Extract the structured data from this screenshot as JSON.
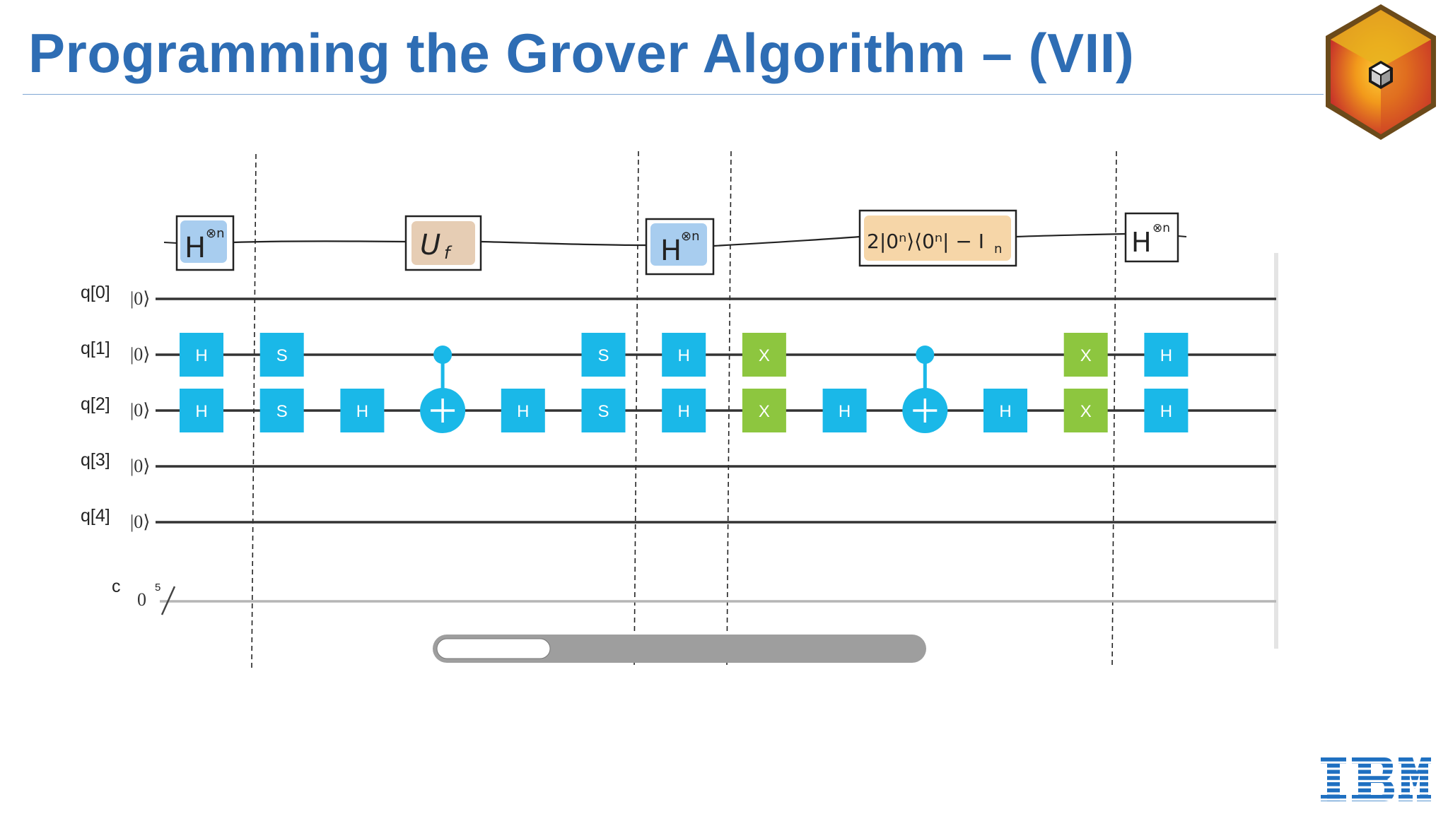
{
  "slide": {
    "title": "Programming the Grover Algorithm – (VII)",
    "brand_color": "#2e6db4",
    "logo": "IBM"
  },
  "colors": {
    "gate_blue": "#1ab8e8",
    "gate_green": "#8dc63f",
    "h_sketch_fill": "#a8cdef",
    "uf_sketch_fill": "#e6cdb4",
    "diffusion_sketch_fill": "#f6d6a8",
    "classical_wire": "#b5b5b5"
  },
  "circuit": {
    "qubits": [
      {
        "label": "q[0]",
        "init": "|0⟩"
      },
      {
        "label": "q[1]",
        "init": "|0⟩"
      },
      {
        "label": "q[2]",
        "init": "|0⟩"
      },
      {
        "label": "q[3]",
        "init": "|0⟩"
      },
      {
        "label": "q[4]",
        "init": "|0⟩"
      }
    ],
    "classical": {
      "label": "c",
      "init": "0",
      "bits": "5"
    },
    "gates": [
      {
        "type": "box",
        "label": "H",
        "qubit": 1,
        "step": 0,
        "color": "blue"
      },
      {
        "type": "box",
        "label": "H",
        "qubit": 2,
        "step": 0,
        "color": "blue"
      },
      {
        "type": "box",
        "label": "S",
        "qubit": 1,
        "step": 1,
        "color": "blue"
      },
      {
        "type": "box",
        "label": "S",
        "qubit": 2,
        "step": 1,
        "color": "blue"
      },
      {
        "type": "box",
        "label": "H",
        "qubit": 2,
        "step": 2,
        "color": "blue"
      },
      {
        "type": "cnot",
        "control": 1,
        "target": 2,
        "step": 3
      },
      {
        "type": "box",
        "label": "H",
        "qubit": 2,
        "step": 4,
        "color": "blue"
      },
      {
        "type": "box",
        "label": "S",
        "qubit": 1,
        "step": 5,
        "color": "blue"
      },
      {
        "type": "box",
        "label": "S",
        "qubit": 2,
        "step": 5,
        "color": "blue"
      },
      {
        "type": "box",
        "label": "H",
        "qubit": 1,
        "step": 6,
        "color": "blue"
      },
      {
        "type": "box",
        "label": "H",
        "qubit": 2,
        "step": 6,
        "color": "blue"
      },
      {
        "type": "box",
        "label": "X",
        "qubit": 1,
        "step": 7,
        "color": "green"
      },
      {
        "type": "box",
        "label": "X",
        "qubit": 2,
        "step": 7,
        "color": "green"
      },
      {
        "type": "box",
        "label": "H",
        "qubit": 2,
        "step": 8,
        "color": "blue"
      },
      {
        "type": "cnot",
        "control": 1,
        "target": 2,
        "step": 9
      },
      {
        "type": "box",
        "label": "H",
        "qubit": 2,
        "step": 10,
        "color": "blue"
      },
      {
        "type": "box",
        "label": "X",
        "qubit": 1,
        "step": 11,
        "color": "green"
      },
      {
        "type": "box",
        "label": "X",
        "qubit": 2,
        "step": 11,
        "color": "green"
      },
      {
        "type": "box",
        "label": "H",
        "qubit": 1,
        "step": 12,
        "color": "blue"
      },
      {
        "type": "box",
        "label": "H",
        "qubit": 2,
        "step": 12,
        "color": "blue"
      }
    ],
    "scroll_position": 0.25
  },
  "annotations": [
    {
      "name": "hadamard-n-1",
      "text": "H",
      "sup": "⊗n"
    },
    {
      "name": "oracle-uf",
      "text": "U",
      "sub": "f"
    },
    {
      "name": "hadamard-n-2",
      "text": "H",
      "sup": "⊗n"
    },
    {
      "name": "diffusion-operator",
      "text": "2|0ⁿ⟩⟨0ⁿ| − I",
      "sub": "n"
    },
    {
      "name": "hadamard-n-3",
      "text": "H",
      "sup": "⊗n"
    }
  ]
}
